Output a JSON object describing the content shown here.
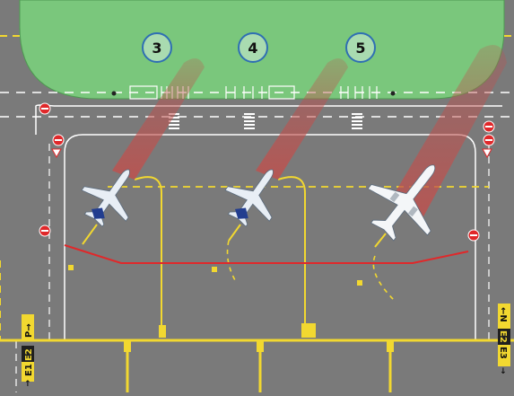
{
  "colors": {
    "tarmac": "#7a7a7a",
    "grass": "#7ac77c",
    "grass_edge": "#4f9a52",
    "stand_badge_fill": "#a9dbb0",
    "stand_badge_stroke": "#2f6fb3",
    "taxi_line": "#f2d830",
    "stop_line": "#e0282a",
    "jet_blast": "#c0504d",
    "sign_bg": "#1f1f1f",
    "sign_text": "#f2d830"
  },
  "stands": [
    {
      "label": "3"
    },
    {
      "label": "4"
    },
    {
      "label": "5"
    }
  ],
  "aircraft": [
    {
      "stand": "3",
      "livery": "blue-tail-regional",
      "jet_blast": true
    },
    {
      "stand": "4",
      "livery": "blue-tail-regional",
      "jet_blast": true
    },
    {
      "stand": "5",
      "livery": "white-narrowbody",
      "jet_blast": true
    }
  ],
  "taxiway_signs": {
    "left": [
      "P→",
      "E2",
      "E1"
    ],
    "left_arrows": [
      "↑"
    ],
    "right": [
      "←N",
      "E2",
      "E3"
    ],
    "right_arrows": [
      "↓"
    ]
  },
  "icons": {
    "stop_sign": "stop-sign-icon",
    "yield_sign": "yield-sign-icon",
    "plane": "airplane-icon"
  }
}
